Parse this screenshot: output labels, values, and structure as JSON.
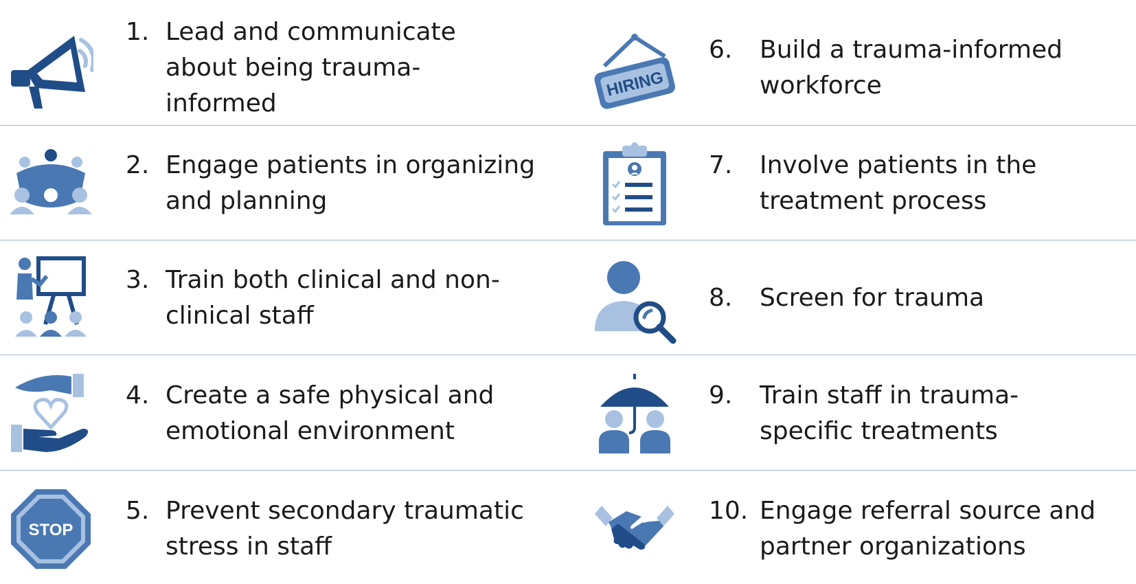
{
  "colors": {
    "dark_blue": "#204d87",
    "mid_blue": "#4a78b2",
    "light_blue": "#a8c1e1",
    "divider": "#9db4cc"
  },
  "items": [
    {
      "number": "1.",
      "text": [
        "Lead and communicate",
        "about being trauma-",
        "informed"
      ],
      "icon": "megaphone-icon"
    },
    {
      "number": "2.",
      "text": [
        "Engage patients in organizing",
        "and planning"
      ],
      "icon": "meeting-table-icon"
    },
    {
      "number": "3.",
      "text": [
        "Train both clinical and non-",
        "clinical staff"
      ],
      "icon": "presentation-board-icon"
    },
    {
      "number": "4.",
      "text": [
        "Create a safe physical and",
        "emotional environment"
      ],
      "icon": "hands-heart-icon"
    },
    {
      "number": "5.",
      "text": [
        "Prevent secondary traumatic",
        "stress in staff"
      ],
      "icon": "stop-sign-icon"
    },
    {
      "number": "6.",
      "text": [
        "Build a trauma-informed",
        "workforce"
      ],
      "icon": "hiring-sign-icon"
    },
    {
      "number": "7.",
      "text": [
        "Involve patients in the",
        "treatment process"
      ],
      "icon": "clipboard-checklist-icon"
    },
    {
      "number": "8.",
      "text": [
        "Screen for trauma"
      ],
      "icon": "person-magnifier-icon"
    },
    {
      "number": "9.",
      "text": [
        "Train staff in trauma-",
        "specific treatments"
      ],
      "icon": "umbrella-people-icon"
    },
    {
      "number": "10.",
      "text": [
        "Engage referral source and",
        "partner organizations"
      ],
      "icon": "handshake-icon"
    }
  ],
  "icon_text": {
    "hiring": "HIRING",
    "stop": "STOP"
  }
}
